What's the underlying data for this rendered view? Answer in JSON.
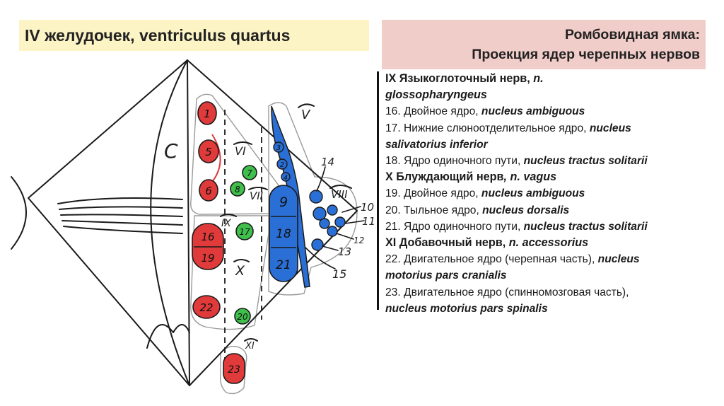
{
  "title": "IV желудочек, ventriculus quartus",
  "header": {
    "line1": "Ромбовидная ямка:",
    "line2": "Проекция ядер черепных нервов"
  },
  "legend": {
    "ix_head_a": "IX Языкоглоточный нерв,",
    "ix_head_b": "n.",
    "ix_head_c": "glossopharyngeus",
    "n16_a": "16. Двойное ядро,",
    "n16_b": "nucleus ambiguous",
    "n17_a": "17. Нижние слюноотделительное ядро,",
    "n17_b": "nucleus",
    "n17_c": "salivatorius inferior",
    "n18_a": "18. Ядро одиночного пути,",
    "n18_b": "nucleus tractus solitarii",
    "x_head_a": "X Блуждающий нерв",
    "x_head_b": ", n. vagus",
    "n19_a": "19. Двойное ядро,",
    "n19_b": "nucleus ambiguous",
    "n20_a": "20. Тыльное ядро,",
    "n20_b": "nucleus dorsalis",
    "n21_a": "21. Ядро одиночного пути,",
    "n21_b": "nucleus tractus solitarii",
    "xi_head_a": "XI Добавочный нерв,",
    "xi_head_b": "n. accessorius",
    "n22_a": "22. Двигательное ядро (черепная часть),",
    "n22_b": "nucleus",
    "n22_c": "motorius pars cranialis",
    "n23_a": "23. Двигательное ядро (спинномозговая часть),",
    "n23_b": "nucleus motorius pars spinalis"
  },
  "diagram": {
    "colors": {
      "motor": "#e03a3a",
      "parasympathetic": "#3fbf4c",
      "sensory": "#2a6fd6",
      "ink": "#1a1a1a"
    },
    "nerve_labels": {
      "v": "V",
      "vi": "VI",
      "vii": "VII",
      "viii": "VIII",
      "ix": "IX",
      "x": "X",
      "xi": "XI",
      "c": "C"
    },
    "nuclei": {
      "n1": "1",
      "n5": "5",
      "n6": "6",
      "n7": "7",
      "n8": "8",
      "n16": "16",
      "n17": "17",
      "n19": "19",
      "n20": "20",
      "n22": "22",
      "n23": "23",
      "n9": "9",
      "n18": "18",
      "n21": "21",
      "n2": "2",
      "n3": "3",
      "n4": "4"
    },
    "pointer_labels": {
      "p10": "10",
      "p11": "11",
      "p12": "12",
      "p13": "13",
      "p14": "14",
      "p15": "15"
    }
  }
}
